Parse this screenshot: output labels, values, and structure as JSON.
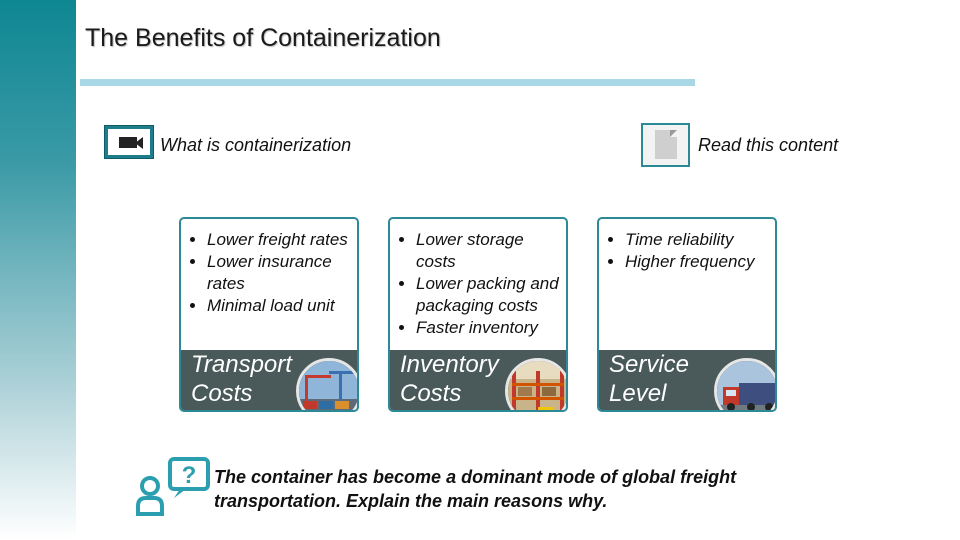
{
  "title": "The Benefits of Containerization",
  "video": {
    "label": "What is containerization",
    "icon": "video-camera-icon"
  },
  "read": {
    "label": "Read this content",
    "icon": "document-icon"
  },
  "cards": [
    {
      "items": [
        "Lower freight rates",
        "Lower insurance rates",
        "Minimal load unit"
      ],
      "footer": "Transport\nCosts",
      "image": "container-port-photo"
    },
    {
      "items": [
        "Lower storage costs",
        "Lower packing and packaging costs",
        "Faster inventory"
      ],
      "footer": "Inventory\nCosts",
      "image": "warehouse-photo"
    },
    {
      "items": [
        "Time reliability",
        "Higher frequency"
      ],
      "footer": "Service\nLevel",
      "image": "truck-photo"
    }
  ],
  "question": "The container has become a dominant mode of global freight transportation. Explain the main reasons why.",
  "colors": {
    "teal": "#2b8a96",
    "footer": "#4a5a5a",
    "title_bar": "#a8d8e6"
  }
}
